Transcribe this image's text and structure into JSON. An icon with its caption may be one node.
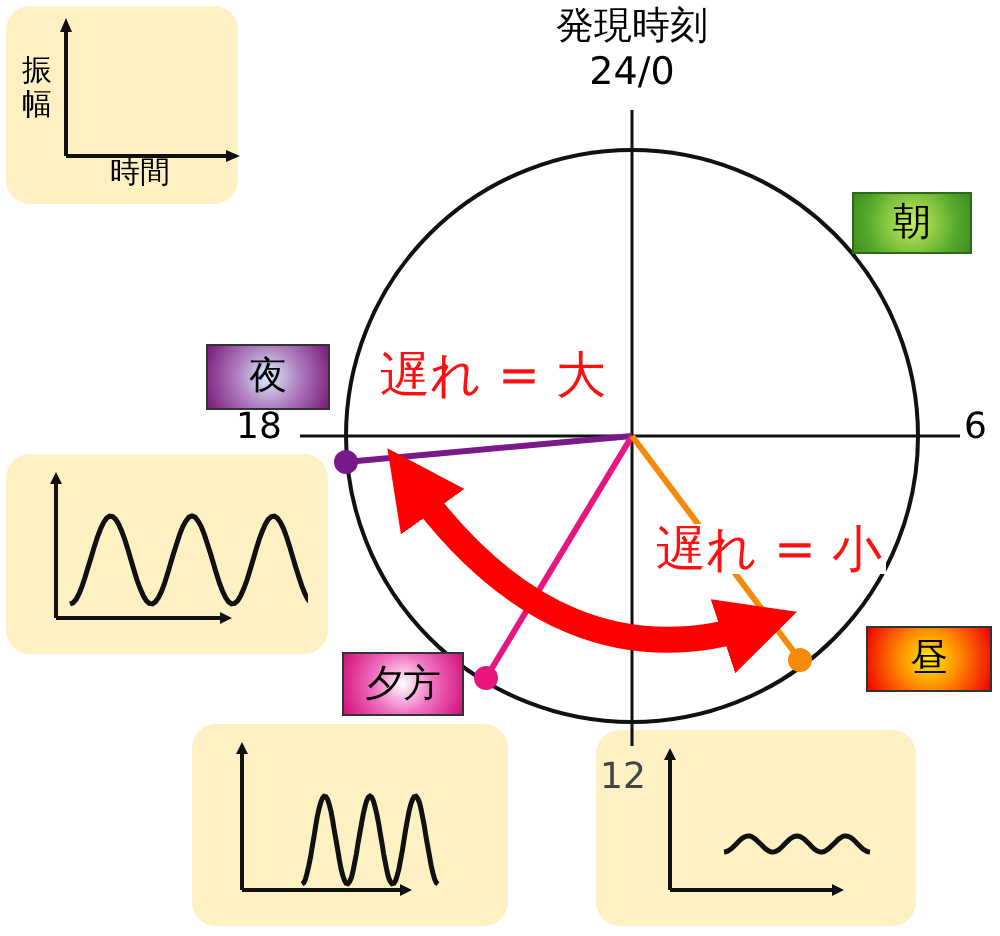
{
  "diagram": {
    "nodes": [
      {
        "text": [
          "朝"
        ]
      },
      {
        "text": [
          "夜"
        ]
      },
      {
        "text": [
          "夕方"
        ]
      },
      {
        "text": [
          "昼"
        ]
      },
      {
        "text": [
          "振幅",
          "時間"
        ]
      },
      {
        "text": [],
        "shape": "box"
      },
      {
        "text": [],
        "shape": "box"
      },
      {
        "text": [],
        "shape": "box"
      }
    ],
    "labels": [
      "発現時刻",
      "24/0",
      "6",
      "18",
      "12",
      "遅れ = 大",
      "遅れ = 小"
    ]
  }
}
